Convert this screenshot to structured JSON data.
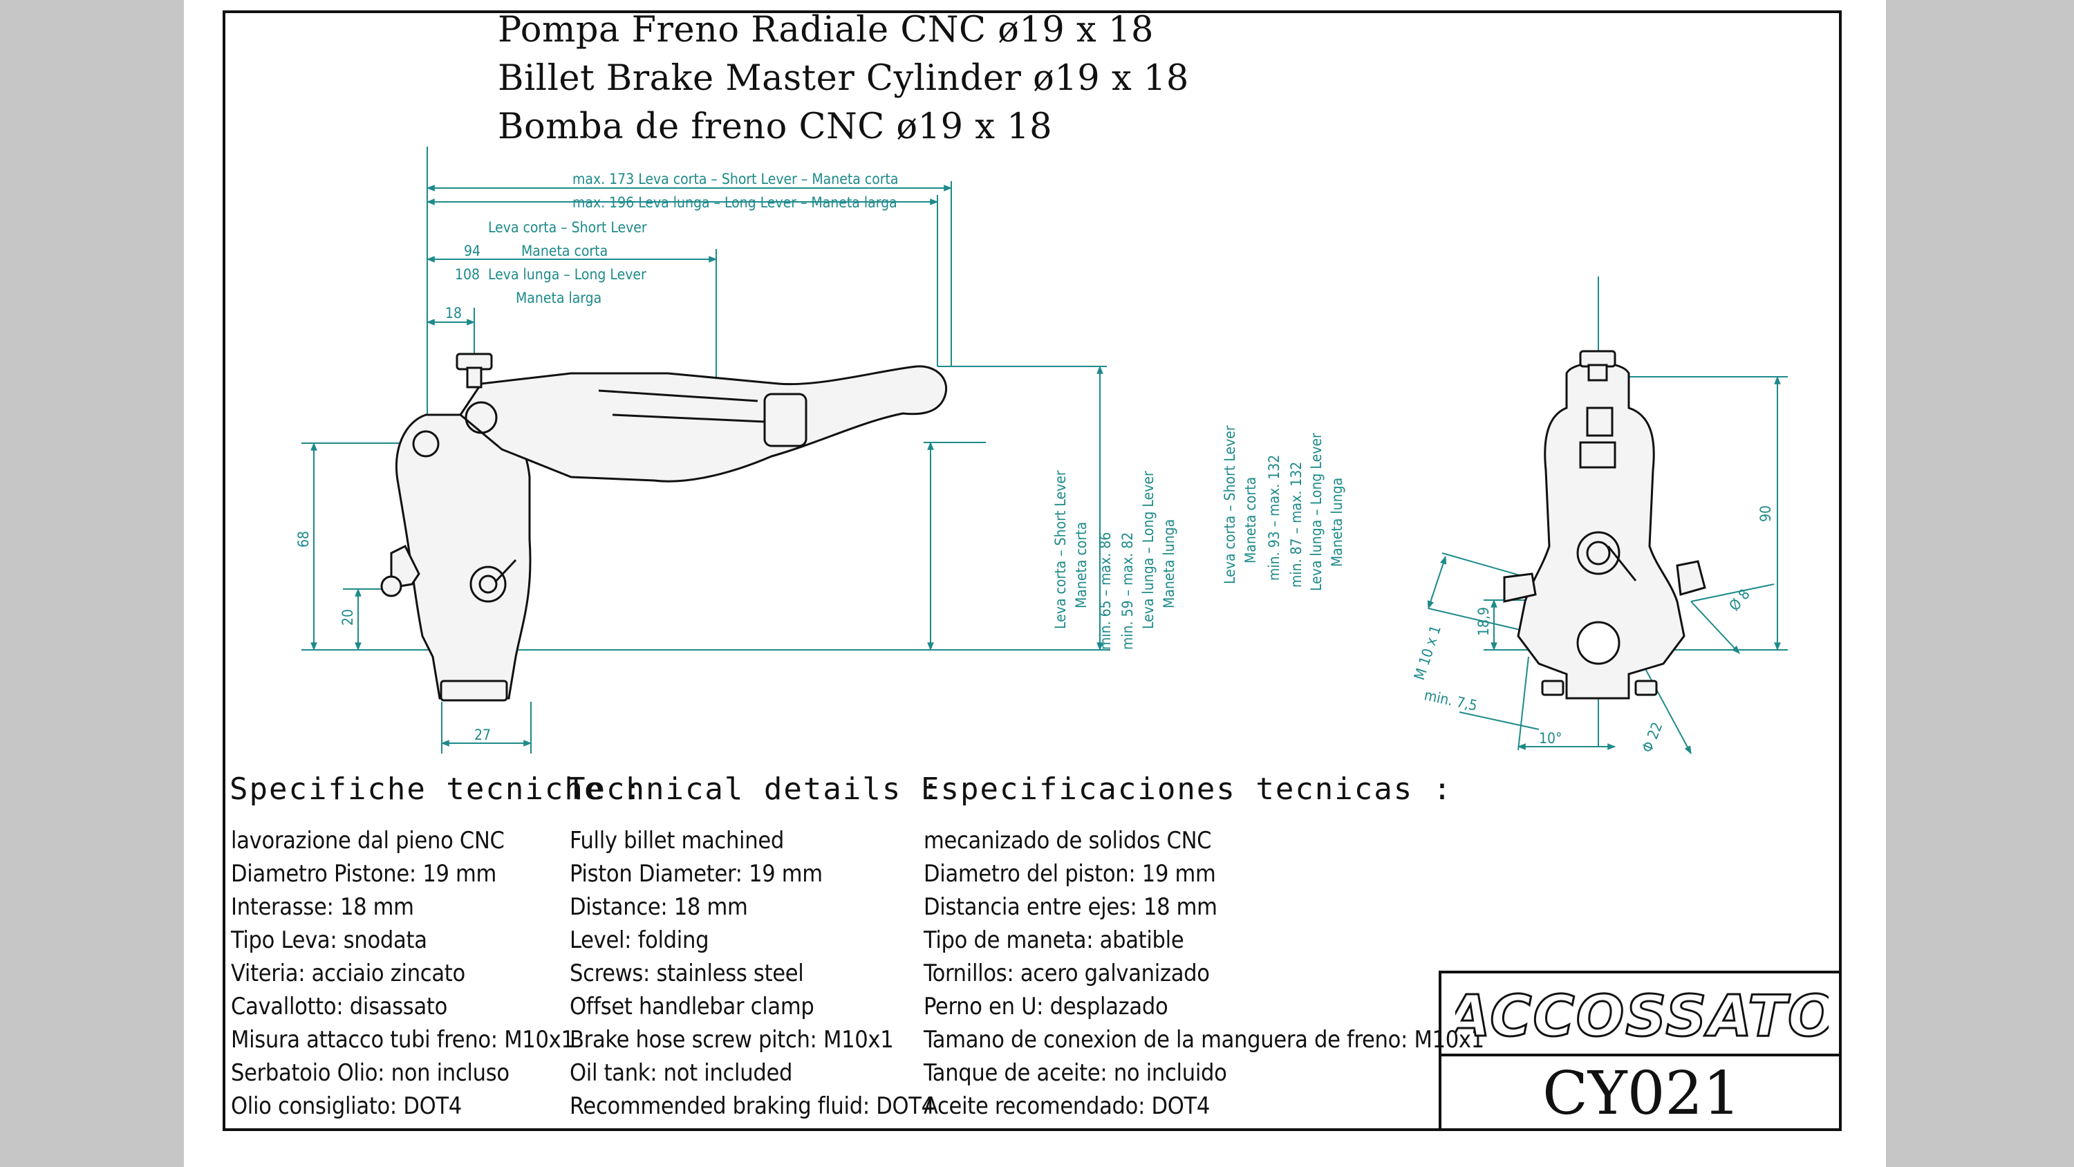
{
  "titles": [
    "Pompa Freno Radiale CNC  ø19 x 18",
    "Billet Brake Master Cylinder ø19 x 18",
    "Bomba de freno CNC ø19 x 18"
  ],
  "drawing_labels": {
    "top1": "max. 173  Leva corta – Short Lever – Maneta corta",
    "top2": "max. 196  Leva lunga – Long Lever – Maneta larga",
    "mid1": "Leva corta – Short Lever",
    "mid2a": "94",
    "mid2b": "Maneta corta",
    "mid3a": "108",
    "mid3b": "Leva lunga – Long Lever",
    "mid4": "Maneta larga",
    "dim18": "18",
    "dim68": "68",
    "dim20": "20",
    "dim27": "27",
    "v1": "Leva corta – Short Lever",
    "v2": "Maneta corta",
    "v3": "min. 65 – max. 86",
    "v4": "min. 59 – max. 82",
    "v5": "Leva lunga – Long Lever",
    "v6": "Maneta lunga",
    "w1": "Leva corta – Short Lever",
    "w2": "Maneta corta",
    "w3": "min. 93 – max. 132",
    "w4": "min. 87 – max. 132",
    "w5": "Leva lunga – Long Lever",
    "w6": "Maneta lunga",
    "dim90": "90",
    "m10": "M 10 x 1",
    "d189": "18,9",
    "min75": "min. 7,5",
    "deg10": "10°",
    "phi22": "Φ 22",
    "phi8": "Ø 8"
  },
  "specs": {
    "it": {
      "heading": "Specifiche tecniche :",
      "items": [
        "lavorazione dal pieno CNC",
        "Diametro Pistone: 19 mm",
        "Interasse: 18 mm",
        "Tipo Leva: snodata",
        "Viteria: acciaio zincato",
        "Cavallotto: disassato",
        "Misura attacco tubi freno: M10x1",
        "Serbatoio Olio: non incluso",
        "Olio consigliato: DOT4"
      ]
    },
    "en": {
      "heading": "Technical details :",
      "items": [
        "Fully billet machined",
        "Piston Diameter: 19 mm",
        "Distance: 18 mm",
        "Level: folding",
        "Screws: stainless steel",
        "Offset handlebar clamp",
        "Brake hose screw pitch: M10x1",
        "Oil tank: not included",
        "Recommended braking fluid: DOT4"
      ]
    },
    "es": {
      "heading": "Especificaciones tecnicas :",
      "items": [
        "mecanizado de solidos CNC",
        "Diametro del piston: 19 mm",
        "Distancia entre ejes: 18 mm",
        "Tipo de maneta: abatible",
        "Tornillos: acero galvanizado",
        "Perno en U: desplazado",
        "Tamano de conexion de la manguera de freno: M10x1",
        "Tanque de aceite: no incluido",
        "Aceite recomendado: DOT4"
      ]
    }
  },
  "brand": {
    "logo": "ACCOSSATO",
    "code": "CY021"
  },
  "colors": {
    "dimension": "#1e8a8a",
    "line": "#111111",
    "page": "#ffffff",
    "background": "#c6c6c6"
  }
}
